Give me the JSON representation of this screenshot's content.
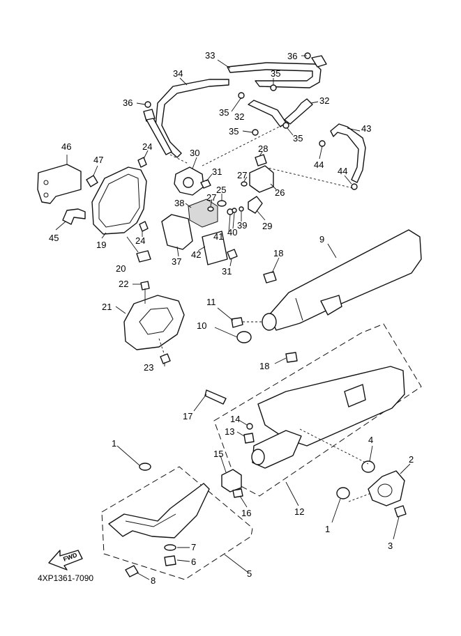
{
  "diagram_code": "4XP1361-7090",
  "fwd_label": "FWD",
  "callouts": [
    {
      "id": "c1a",
      "label": "1"
    },
    {
      "id": "c1b",
      "label": "1"
    },
    {
      "id": "c2",
      "label": "2"
    },
    {
      "id": "c3",
      "label": "3"
    },
    {
      "id": "c4",
      "label": "4"
    },
    {
      "id": "c5",
      "label": "5"
    },
    {
      "id": "c6",
      "label": "6"
    },
    {
      "id": "c7",
      "label": "7"
    },
    {
      "id": "c8",
      "label": "8"
    },
    {
      "id": "c9",
      "label": "9"
    },
    {
      "id": "c10",
      "label": "10"
    },
    {
      "id": "c11",
      "label": "11"
    },
    {
      "id": "c12",
      "label": "12"
    },
    {
      "id": "c13",
      "label": "13"
    },
    {
      "id": "c14",
      "label": "14"
    },
    {
      "id": "c15",
      "label": "15"
    },
    {
      "id": "c16",
      "label": "16"
    },
    {
      "id": "c17",
      "label": "17"
    },
    {
      "id": "c18a",
      "label": "18"
    },
    {
      "id": "c18b",
      "label": "18"
    },
    {
      "id": "c19",
      "label": "19"
    },
    {
      "id": "c20",
      "label": "20"
    },
    {
      "id": "c21",
      "label": "21"
    },
    {
      "id": "c22",
      "label": "22"
    },
    {
      "id": "c23",
      "label": "23"
    },
    {
      "id": "c24a",
      "label": "24"
    },
    {
      "id": "c24b",
      "label": "24"
    },
    {
      "id": "c25",
      "label": "25"
    },
    {
      "id": "c26",
      "label": "26"
    },
    {
      "id": "c27a",
      "label": "27"
    },
    {
      "id": "c27b",
      "label": "27"
    },
    {
      "id": "c28",
      "label": "28"
    },
    {
      "id": "c29",
      "label": "29"
    },
    {
      "id": "c30",
      "label": "30"
    },
    {
      "id": "c31a",
      "label": "31"
    },
    {
      "id": "c31b",
      "label": "31"
    },
    {
      "id": "c32a",
      "label": "32"
    },
    {
      "id": "c32b",
      "label": "32"
    },
    {
      "id": "c33",
      "label": "33"
    },
    {
      "id": "c34",
      "label": "34"
    },
    {
      "id": "c35a",
      "label": "35"
    },
    {
      "id": "c35b",
      "label": "35"
    },
    {
      "id": "c35c",
      "label": "35"
    },
    {
      "id": "c35d",
      "label": "35"
    },
    {
      "id": "c36a",
      "label": "36"
    },
    {
      "id": "c36b",
      "label": "36"
    },
    {
      "id": "c37",
      "label": "37"
    },
    {
      "id": "c38",
      "label": "38"
    },
    {
      "id": "c39",
      "label": "39"
    },
    {
      "id": "c40",
      "label": "40"
    },
    {
      "id": "c41",
      "label": "41"
    },
    {
      "id": "c42",
      "label": "42"
    },
    {
      "id": "c43",
      "label": "43"
    },
    {
      "id": "c44a",
      "label": "44"
    },
    {
      "id": "c44b",
      "label": "44"
    },
    {
      "id": "c45",
      "label": "45"
    },
    {
      "id": "c46",
      "label": "46"
    },
    {
      "id": "c47",
      "label": "47"
    }
  ]
}
